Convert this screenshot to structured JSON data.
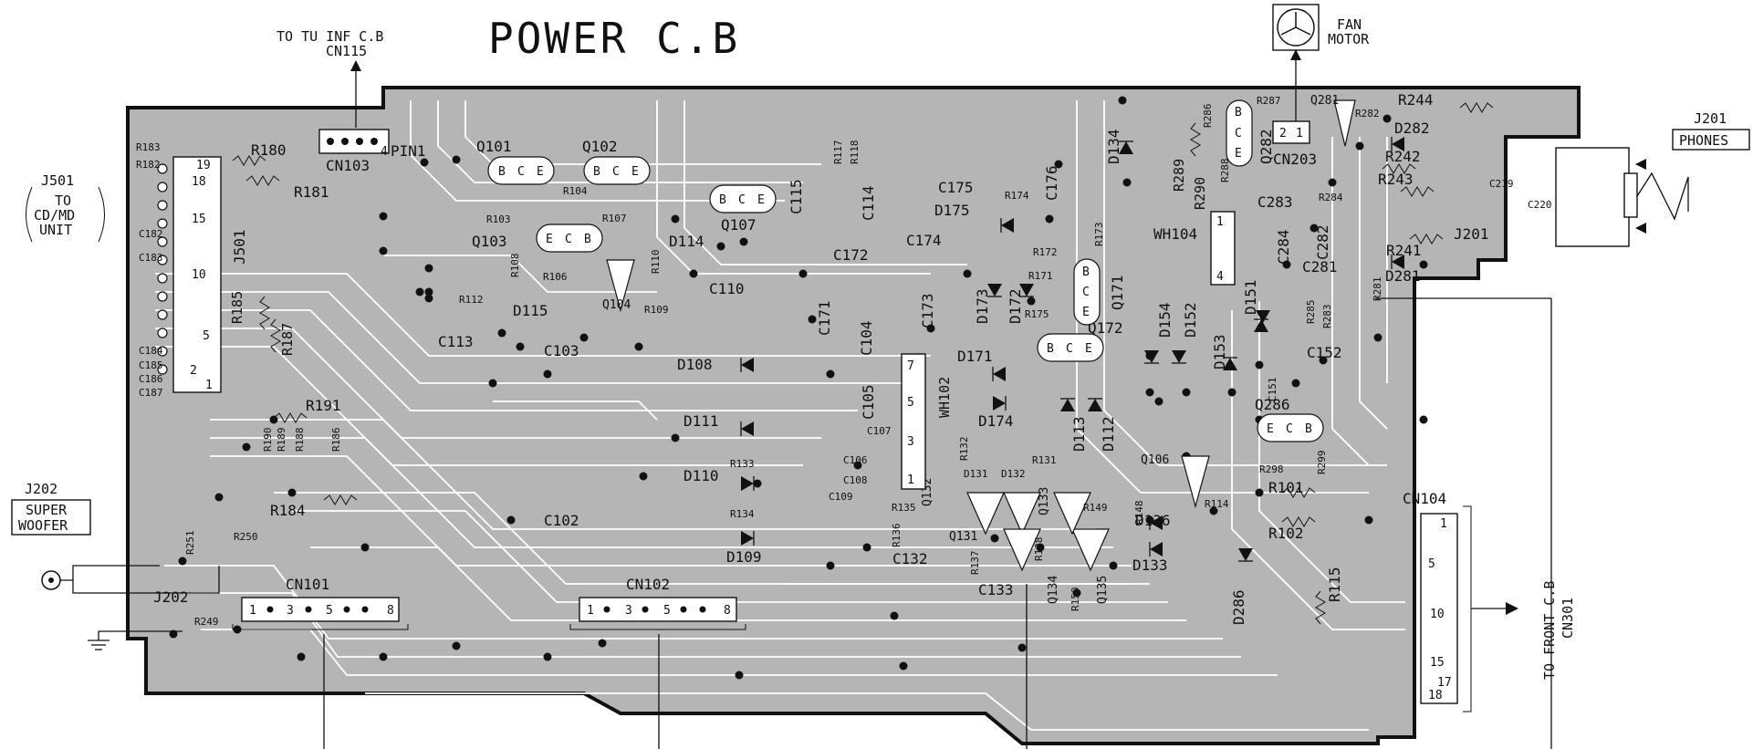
{
  "title": "POWER C.B",
  "connectors": {
    "tu_inf_line1": "TO TU INF C.B",
    "tu_inf_line2": "CN115",
    "fan_line1": "FAN",
    "fan_line2": "MOTOR",
    "j201_top": "J201",
    "j201_box": "PHONES",
    "j501": "J501",
    "j501_to": "TO",
    "j501_cd": "CD/MD",
    "j501_unit": "UNIT",
    "j202_top": "J202",
    "super": "SUPER",
    "woofer": "WOOFER",
    "front_cb": "TO FRONT C.B",
    "front_cn": "CN301"
  },
  "labels": {
    "cn103": "CN103",
    "pin1": "PIN1",
    "cn203": "CN203",
    "cn101": "CN101",
    "cn102": "CN102",
    "cn104": "CN104",
    "wh104": "WH104",
    "wh102": "WH102",
    "j501_board": "J501",
    "j201_board": "J201",
    "j202_board": "J202",
    "q101": "Q101",
    "q102": "Q102",
    "q103": "Q103",
    "q104": "Q104",
    "q106": "Q106",
    "q107": "Q107",
    "q131": "Q131",
    "q132": "Q132",
    "q133": "Q133",
    "q134": "Q134",
    "q135": "Q135",
    "q171": "Q171",
    "q172": "Q172",
    "q281": "Q281",
    "q282": "Q282",
    "q286": "Q286",
    "r180": "R180",
    "r181": "R181",
    "r182": "R182",
    "r183": "R183",
    "r184": "R184",
    "r185": "R185",
    "r187": "R187",
    "r191": "R191",
    "r101": "R101",
    "r102": "R102",
    "r115": "R115",
    "r244": "R244",
    "r243": "R243",
    "r242": "R242",
    "r241": "R241",
    "r289": "R289",
    "r290": "R290",
    "r249": "R249",
    "r250": "R250",
    "r251": "R251",
    "r186": "R186",
    "r188": "R188",
    "r189": "R189",
    "r190": "R190",
    "r103": "R103",
    "r104": "R104",
    "r106": "R106",
    "r107": "R107",
    "r108": "R108",
    "r109": "R109",
    "r110": "R110",
    "r112": "R112",
    "r117": "R117",
    "r118": "R118",
    "r131": "R131",
    "r132": "R132",
    "r133": "R133",
    "r134": "R134",
    "r135": "R135",
    "r136": "R136",
    "r137": "R137",
    "r138": "R138",
    "r148": "R148",
    "r149": "R149",
    "r150": "R150",
    "r114": "R114",
    "r171": "R171",
    "r172": "R172",
    "r173": "R173",
    "r174": "R174",
    "r175": "R175",
    "r281": "R281",
    "r282": "R282",
    "r283": "R283",
    "r284": "R284",
    "r285": "R285",
    "r286": "R286",
    "r287": "R287",
    "r288": "R288",
    "r298": "R298",
    "r299": "R299",
    "c102": "C102",
    "c103": "C103",
    "c104": "C104",
    "c105": "C105",
    "c106": "C106",
    "c107": "C107",
    "c108": "C108",
    "c109": "C109",
    "c110": "C110",
    "c113": "C113",
    "c114": "C114",
    "c115": "C115",
    "c132": "C132",
    "c133": "C133",
    "c151": "C151",
    "c152": "C152",
    "c171": "C171",
    "c172": "C172",
    "c173": "C173",
    "c174": "C174",
    "c175": "C175",
    "c176": "C176",
    "c182": "C182",
    "c183": "C183",
    "c184": "C184",
    "c185": "C185",
    "c186": "C186",
    "c187": "C187",
    "c219": "C219",
    "c220": "C220",
    "c281": "C281",
    "c282": "C282",
    "c283": "C283",
    "c284": "C284",
    "d108": "D108",
    "d109": "D109",
    "d110": "D110",
    "d111": "D111",
    "d112": "D112",
    "d113": "D113",
    "d114": "D114",
    "d115": "D115",
    "d131": "D131",
    "d132": "D132",
    "d133": "D133",
    "d134": "D134",
    "d136": "D136",
    "d151": "D151",
    "d152": "D152",
    "d153": "D153",
    "d154": "D154",
    "d171": "D171",
    "d172": "D172",
    "d173": "D173",
    "d174": "D174",
    "d175": "D175",
    "d281": "D281",
    "d282": "D282",
    "d286": "D286",
    "pin_19": "19",
    "pin_18": "18",
    "pin_15": "15",
    "pin_10": "10",
    "pin_5": "5",
    "pin_2": "2",
    "pin_1": "1",
    "pin_4": "4",
    "pin_7": "7",
    "pin_3": "3",
    "pin_8": "8",
    "pin_17": "17",
    "bce_b": "B",
    "bce_c": "C",
    "bce_e": "E"
  }
}
